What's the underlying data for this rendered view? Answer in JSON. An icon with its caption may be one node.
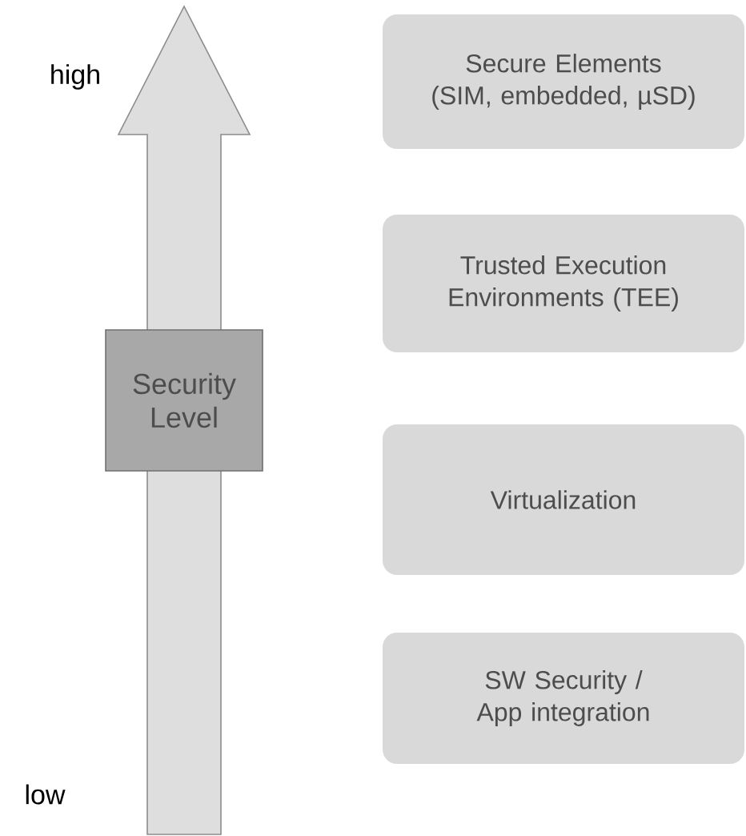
{
  "diagram": {
    "nodes": [
      {
        "text": [
          "Secure Elements (SIM, embedded, µSD)"
        ]
      },
      {
        "text": [
          "Trusted Execution Environments (TEE)"
        ]
      },
      {
        "text": [
          "Security Level"
        ]
      },
      {
        "text": [
          "Virtualization"
        ]
      },
      {
        "text": [
          "SW Security / App integration"
        ]
      }
    ],
    "labels": [
      "high",
      "low"
    ]
  }
}
